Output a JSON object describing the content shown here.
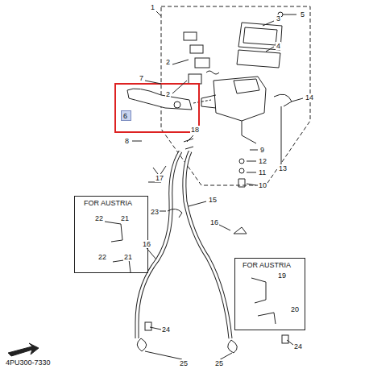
{
  "diagram": {
    "nodes": [
      {
        "text": [
          "6"
        ]
      },
      {
        "text": [
          "FOR AUSTRIA",
          "22",
          "21",
          "22",
          "21"
        ]
      },
      {
        "text": [
          "FOR AUSTRIA",
          "19",
          "20"
        ]
      }
    ],
    "labels": [
      "1",
      "3",
      "5",
      "4",
      "2",
      "2",
      "7",
      "8",
      "9",
      "12",
      "11",
      "10",
      "13",
      "14",
      "18",
      "17",
      "23",
      "15",
      "16",
      "16",
      "24",
      "24",
      "25",
      "25",
      "4PU300-7330"
    ]
  }
}
